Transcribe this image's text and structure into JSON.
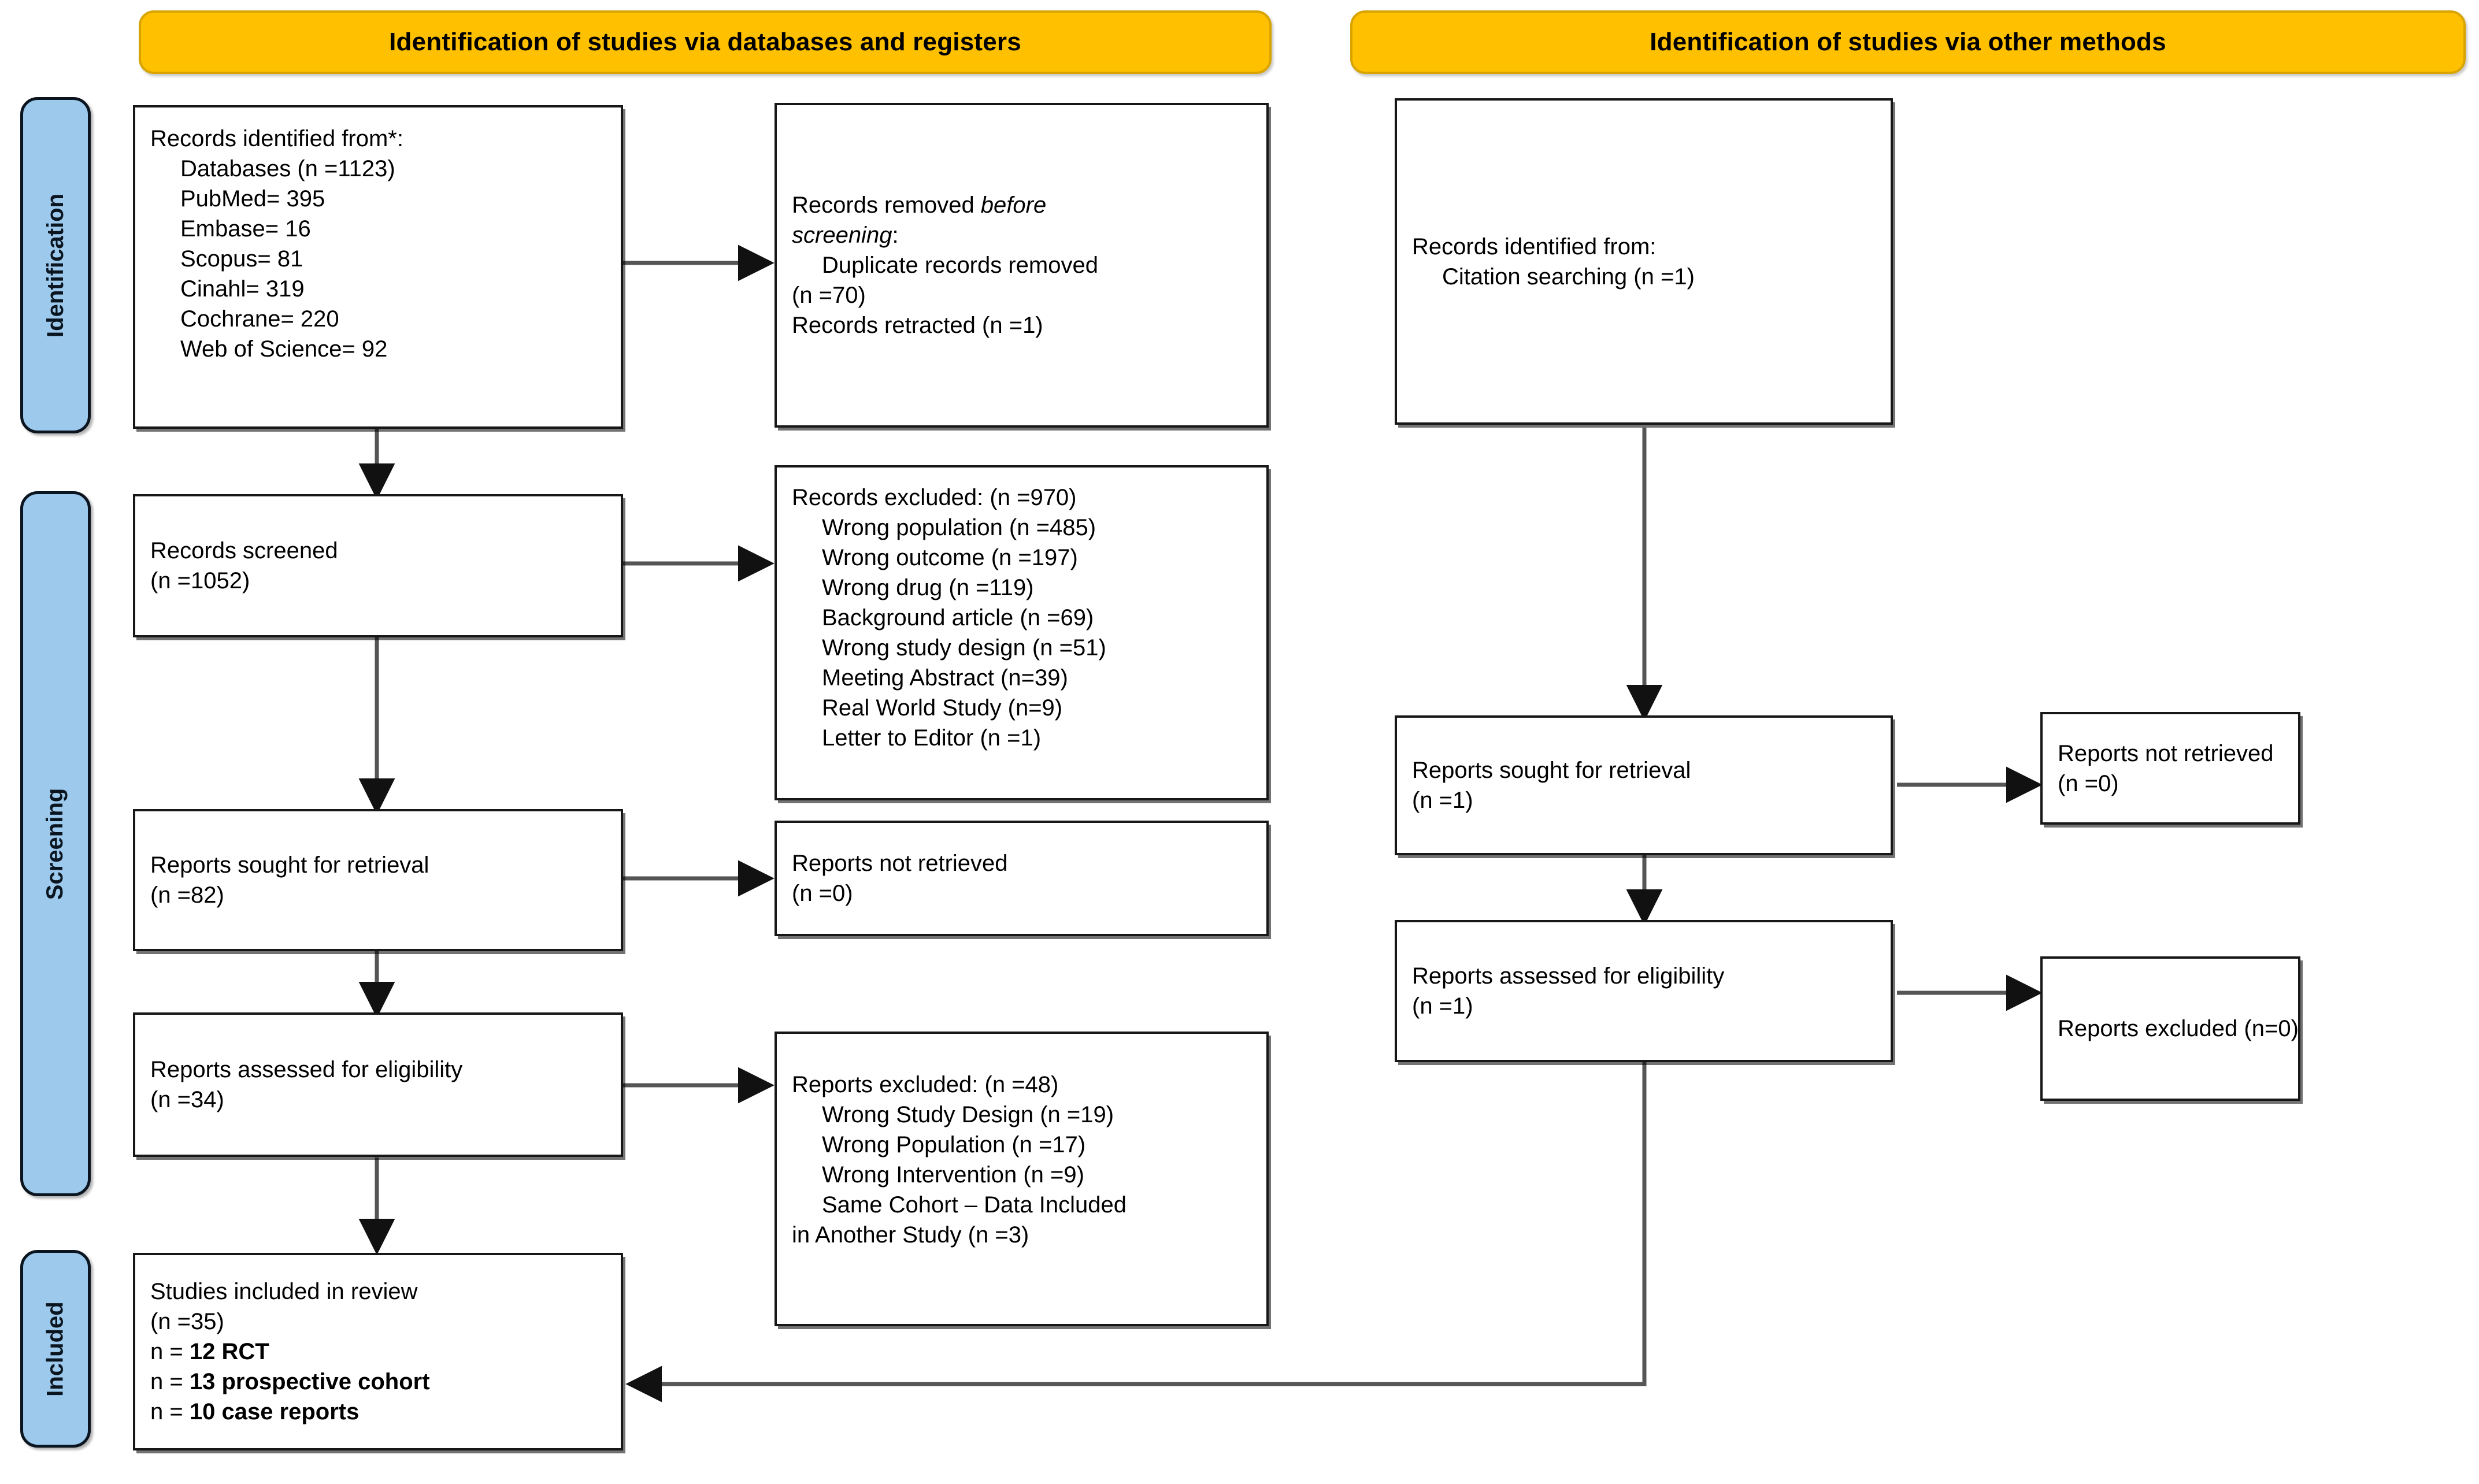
{
  "diagram": {
    "type": "PRISMA 2020 flow diagram",
    "colors": {
      "header_fill": "#FFC000",
      "header_border": "#D9A400",
      "stage_fill": "#9CC9EC",
      "stage_border": "#0B1520",
      "node_border": "#171717",
      "node_fill": "#FFFFFF",
      "connector": "#555555"
    }
  },
  "headers": {
    "databases": "Identification of studies via databases and registers",
    "other": "Identification of studies via other methods"
  },
  "stages": {
    "identification": "Identification",
    "screening": "Screening",
    "included": "Included"
  },
  "left": {
    "identified": {
      "title": "Records identified from*:",
      "items": [
        "Databases (n =1123)",
        "PubMed= 395",
        "Embase= 16",
        "Scopus= 81",
        "Cinahl= 319",
        "Cochrane= 220",
        "Web of Science= 92"
      ]
    },
    "removed": {
      "line1": "Records removed ",
      "line1_italic": "before",
      "line2_italic": "screening",
      "line2_tail": ":",
      "items": [
        "Duplicate records removed",
        "(n =70)",
        "Records retracted (n =1)"
      ]
    },
    "screened": {
      "line1": "Records screened",
      "line2": "(n =1052)"
    },
    "records_excluded": {
      "title": "Records excluded: (n =970)",
      "items": [
        "Wrong population (n =485)",
        "Wrong outcome (n =197)",
        "Wrong drug (n =119)",
        "Background article (n =69)",
        "Wrong study design (n =51)",
        "Meeting Abstract (n=39)",
        "Real World Study (n=9)",
        "Letter to Editor (n =1)"
      ]
    },
    "sought": {
      "line1": "Reports sought for retrieval",
      "line2": "(n =82)"
    },
    "not_retrieved": {
      "line1": "Reports not retrieved",
      "line2": "(n =0)"
    },
    "assessed": {
      "line1": "Reports assessed for eligibility",
      "line2": "(n =34)"
    },
    "reports_excluded": {
      "title": "Reports excluded: (n =48)",
      "items": [
        "Wrong Study Design (n =19)",
        "Wrong Population (n =17)",
        "Wrong Intervention (n =9)",
        "Same Cohort – Data Included",
        "in Another Study (n =3)"
      ]
    },
    "included_studies": {
      "line1": "Studies included in review",
      "line2": "(n =35)",
      "line3": "n = 12 RCT",
      "line3_prefix": "n = ",
      "line3_bold": "12 RCT",
      "line4_prefix": "n = ",
      "line4_bold": "13 prospective cohort",
      "line5_prefix": "n = ",
      "line5_bold": "10 case reports"
    }
  },
  "right": {
    "identified": {
      "title": "Records identified from:",
      "items": [
        "Citation searching (n =1)"
      ]
    },
    "sought": {
      "line1": "Reports sought for retrieval",
      "line2": "(n =1)"
    },
    "not_retrieved": {
      "line1": "Reports not retrieved",
      "line2": "(n =0)"
    },
    "assessed": {
      "line1": "Reports assessed for eligibility",
      "line2": "(n =1)"
    },
    "excluded": {
      "line1": "Reports excluded (n=0)"
    }
  }
}
